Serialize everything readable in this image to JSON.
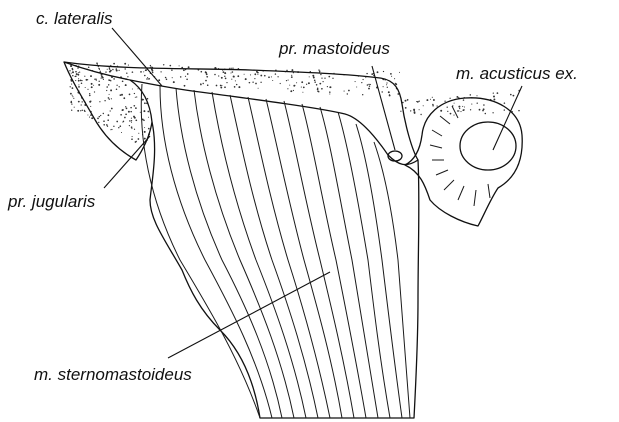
{
  "labels": {
    "c_lateralis": "c. lateralis",
    "pr_mastoideus": "pr. mastoideus",
    "m_acusticus": "m. acusticus ex.",
    "pr_jugularis": "pr. jugularis",
    "m_sternomastoideus": "m. sternomastoideus"
  }
}
